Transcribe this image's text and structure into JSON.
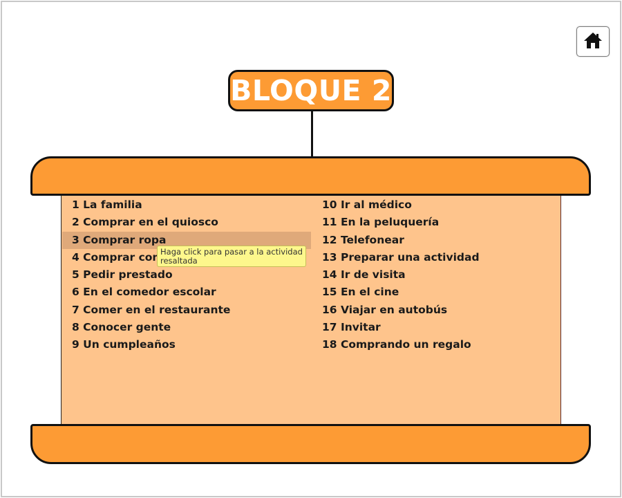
{
  "header": {
    "title": "BLOQUE 2",
    "home_icon": "home-icon"
  },
  "activities": {
    "left": [
      "1 La familia",
      "2 Comprar en el quiosco",
      "3 Comprar ropa",
      "4 Comprar comida",
      "5 Pedir prestado",
      "6 En el comedor escolar",
      "7 Comer en el restaurante",
      "8 Conocer gente",
      "9 Un cumpleaños"
    ],
    "right": [
      "10 Ir al médico",
      "11 En la peluquería",
      "12 Telefonear",
      "13 Preparar una actividad",
      "14 Ir de visita",
      "15 En el cine",
      "16 Viajar en autobús",
      "17 Invitar",
      "18 Comprando un regalo"
    ],
    "highlighted": "3 Comprar ropa"
  },
  "tooltip": {
    "text": "Haga click para pasar a la actividad resaltada"
  },
  "colors": {
    "accent_orange": "#fd9b34",
    "panel_background": "#fec48c",
    "highlight_row": "#dfa97a",
    "tooltip_background": "#fdf78c"
  }
}
